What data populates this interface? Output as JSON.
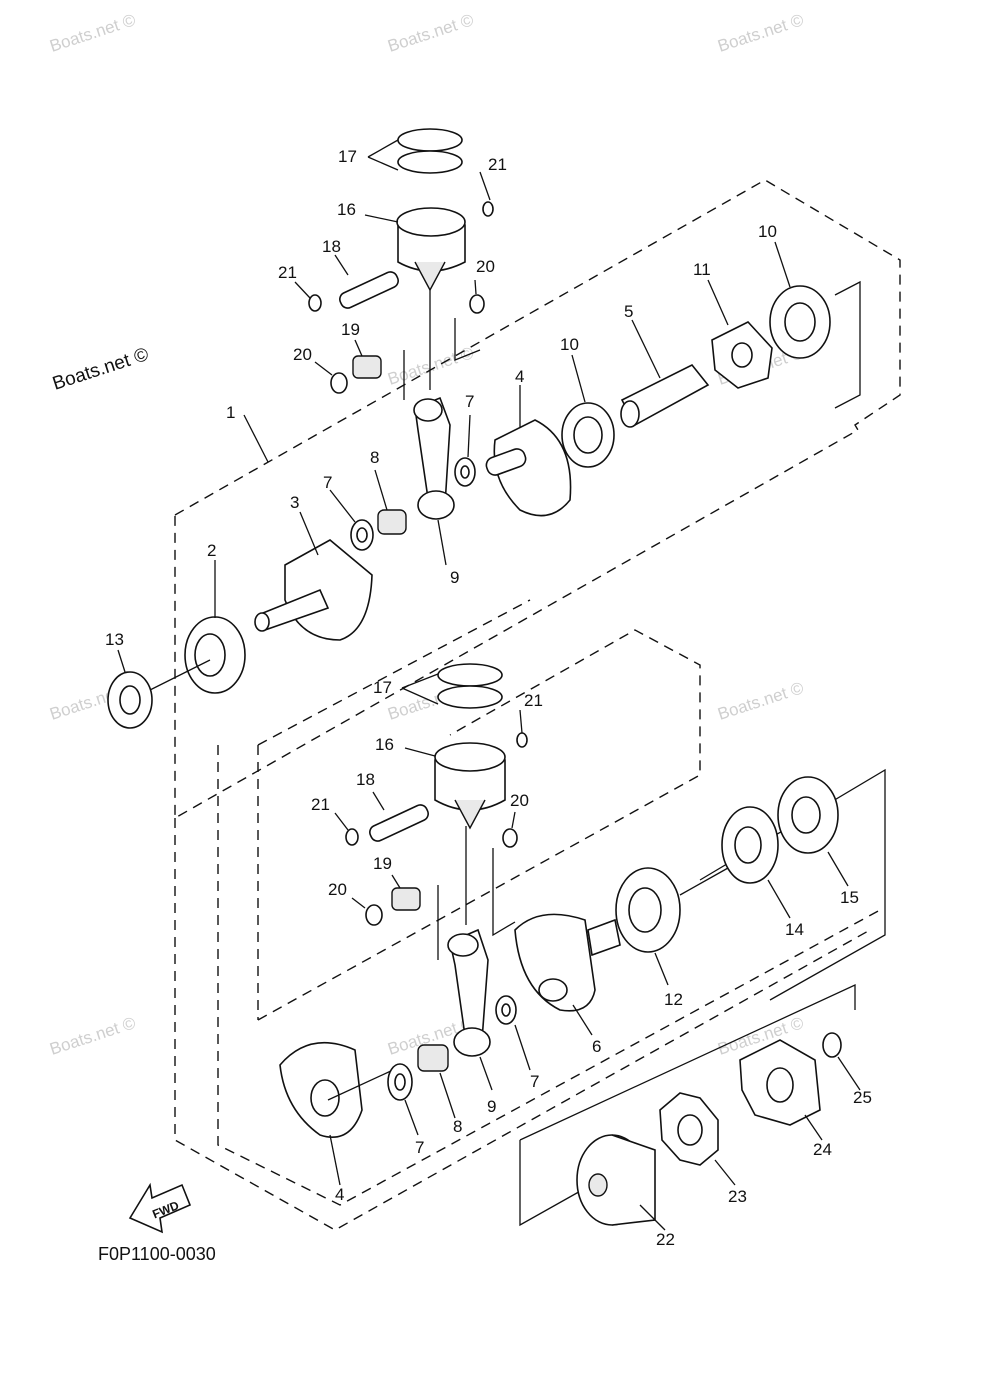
{
  "diagram": {
    "code": "F0P1100-0030",
    "fwd_label": "FWD",
    "watermarks": [
      "Boats.net ©"
    ],
    "watermark_main": "Boats.net ©",
    "callouts": [
      "1",
      "2",
      "3",
      "4",
      "5",
      "6",
      "7",
      "8",
      "9",
      "10",
      "11",
      "12",
      "13",
      "14",
      "15",
      "16",
      "17",
      "18",
      "19",
      "20",
      "21",
      "22",
      "23",
      "24",
      "25"
    ]
  }
}
